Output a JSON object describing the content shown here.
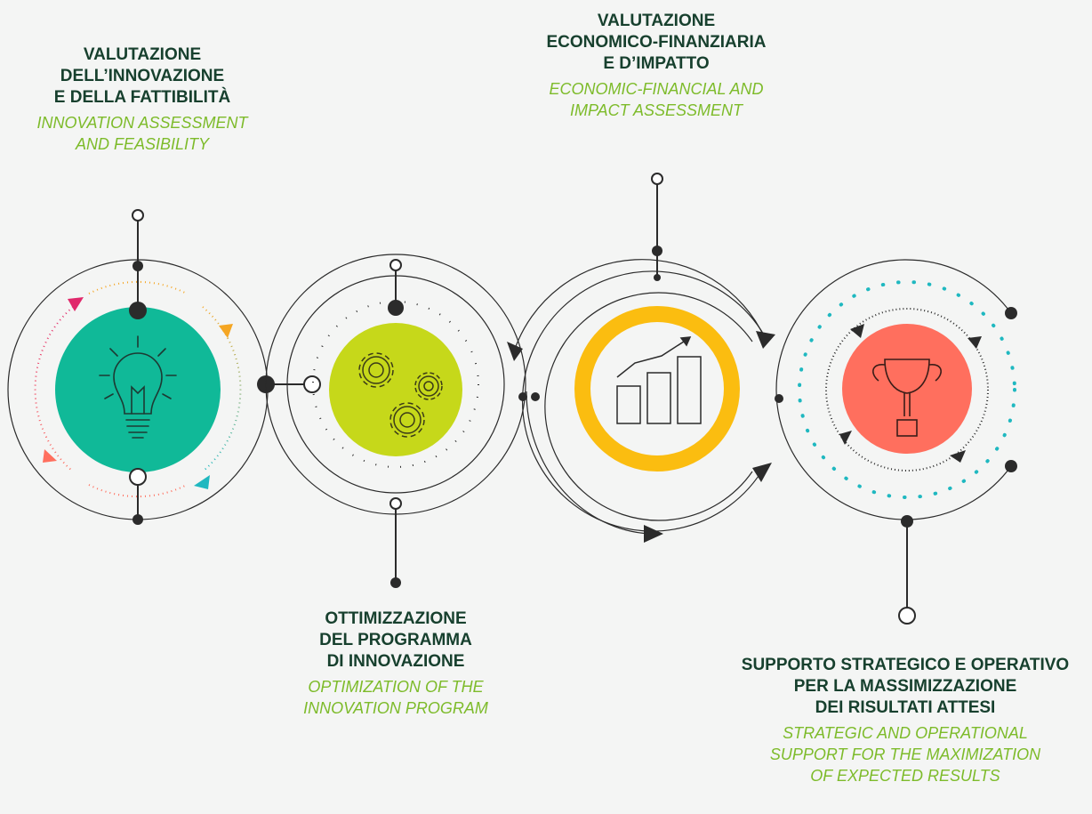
{
  "steps": [
    {
      "title_lines": [
        "VALUTAZIONE",
        "DELL’INNOVAZIONE",
        "E DELLA FATTIBILITÀ"
      ],
      "subtitle_lines": [
        "INNOVATION ASSESSMENT",
        "AND FEASIBILITY"
      ],
      "icon": "lightbulb-icon",
      "color": "#10b998"
    },
    {
      "title_lines": [
        "OTTIMIZZAZIONE",
        "DEL PROGRAMMA",
        "DI INNOVAZIONE"
      ],
      "subtitle_lines": [
        "OPTIMIZATION OF THE",
        "INNOVATION PROGRAM"
      ],
      "icon": "gears-icon",
      "color": "#c6d81a"
    },
    {
      "title_lines": [
        "VALUTAZIONE",
        "ECONOMICO-FINANZIARIA",
        "E D’IMPATTO"
      ],
      "subtitle_lines": [
        "ECONOMIC-FINANCIAL AND",
        "IMPACT ASSESSMENT"
      ],
      "icon": "bar-chart-growth-icon",
      "color": "#fbbd10"
    },
    {
      "title_lines": [
        "SUPPORTO STRATEGICO E OPERATIVO",
        "PER LA MASSIMIZZAZIONE",
        "DEI RISULTATI ATTESI"
      ],
      "subtitle_lines": [
        "STRATEGIC AND OPERATIONAL",
        "SUPPORT FOR THE MAXIMIZATION",
        "OF EXPECTED RESULTS"
      ],
      "icon": "trophy-icon",
      "color": "#ff6f5e"
    }
  ],
  "colors": {
    "line": "#2b2b2b",
    "title": "#17402e",
    "subtitle": "#7dbb2a",
    "teal_dots": "#1fb8c0",
    "magenta": "#e0286b",
    "orange": "#f5a623"
  }
}
